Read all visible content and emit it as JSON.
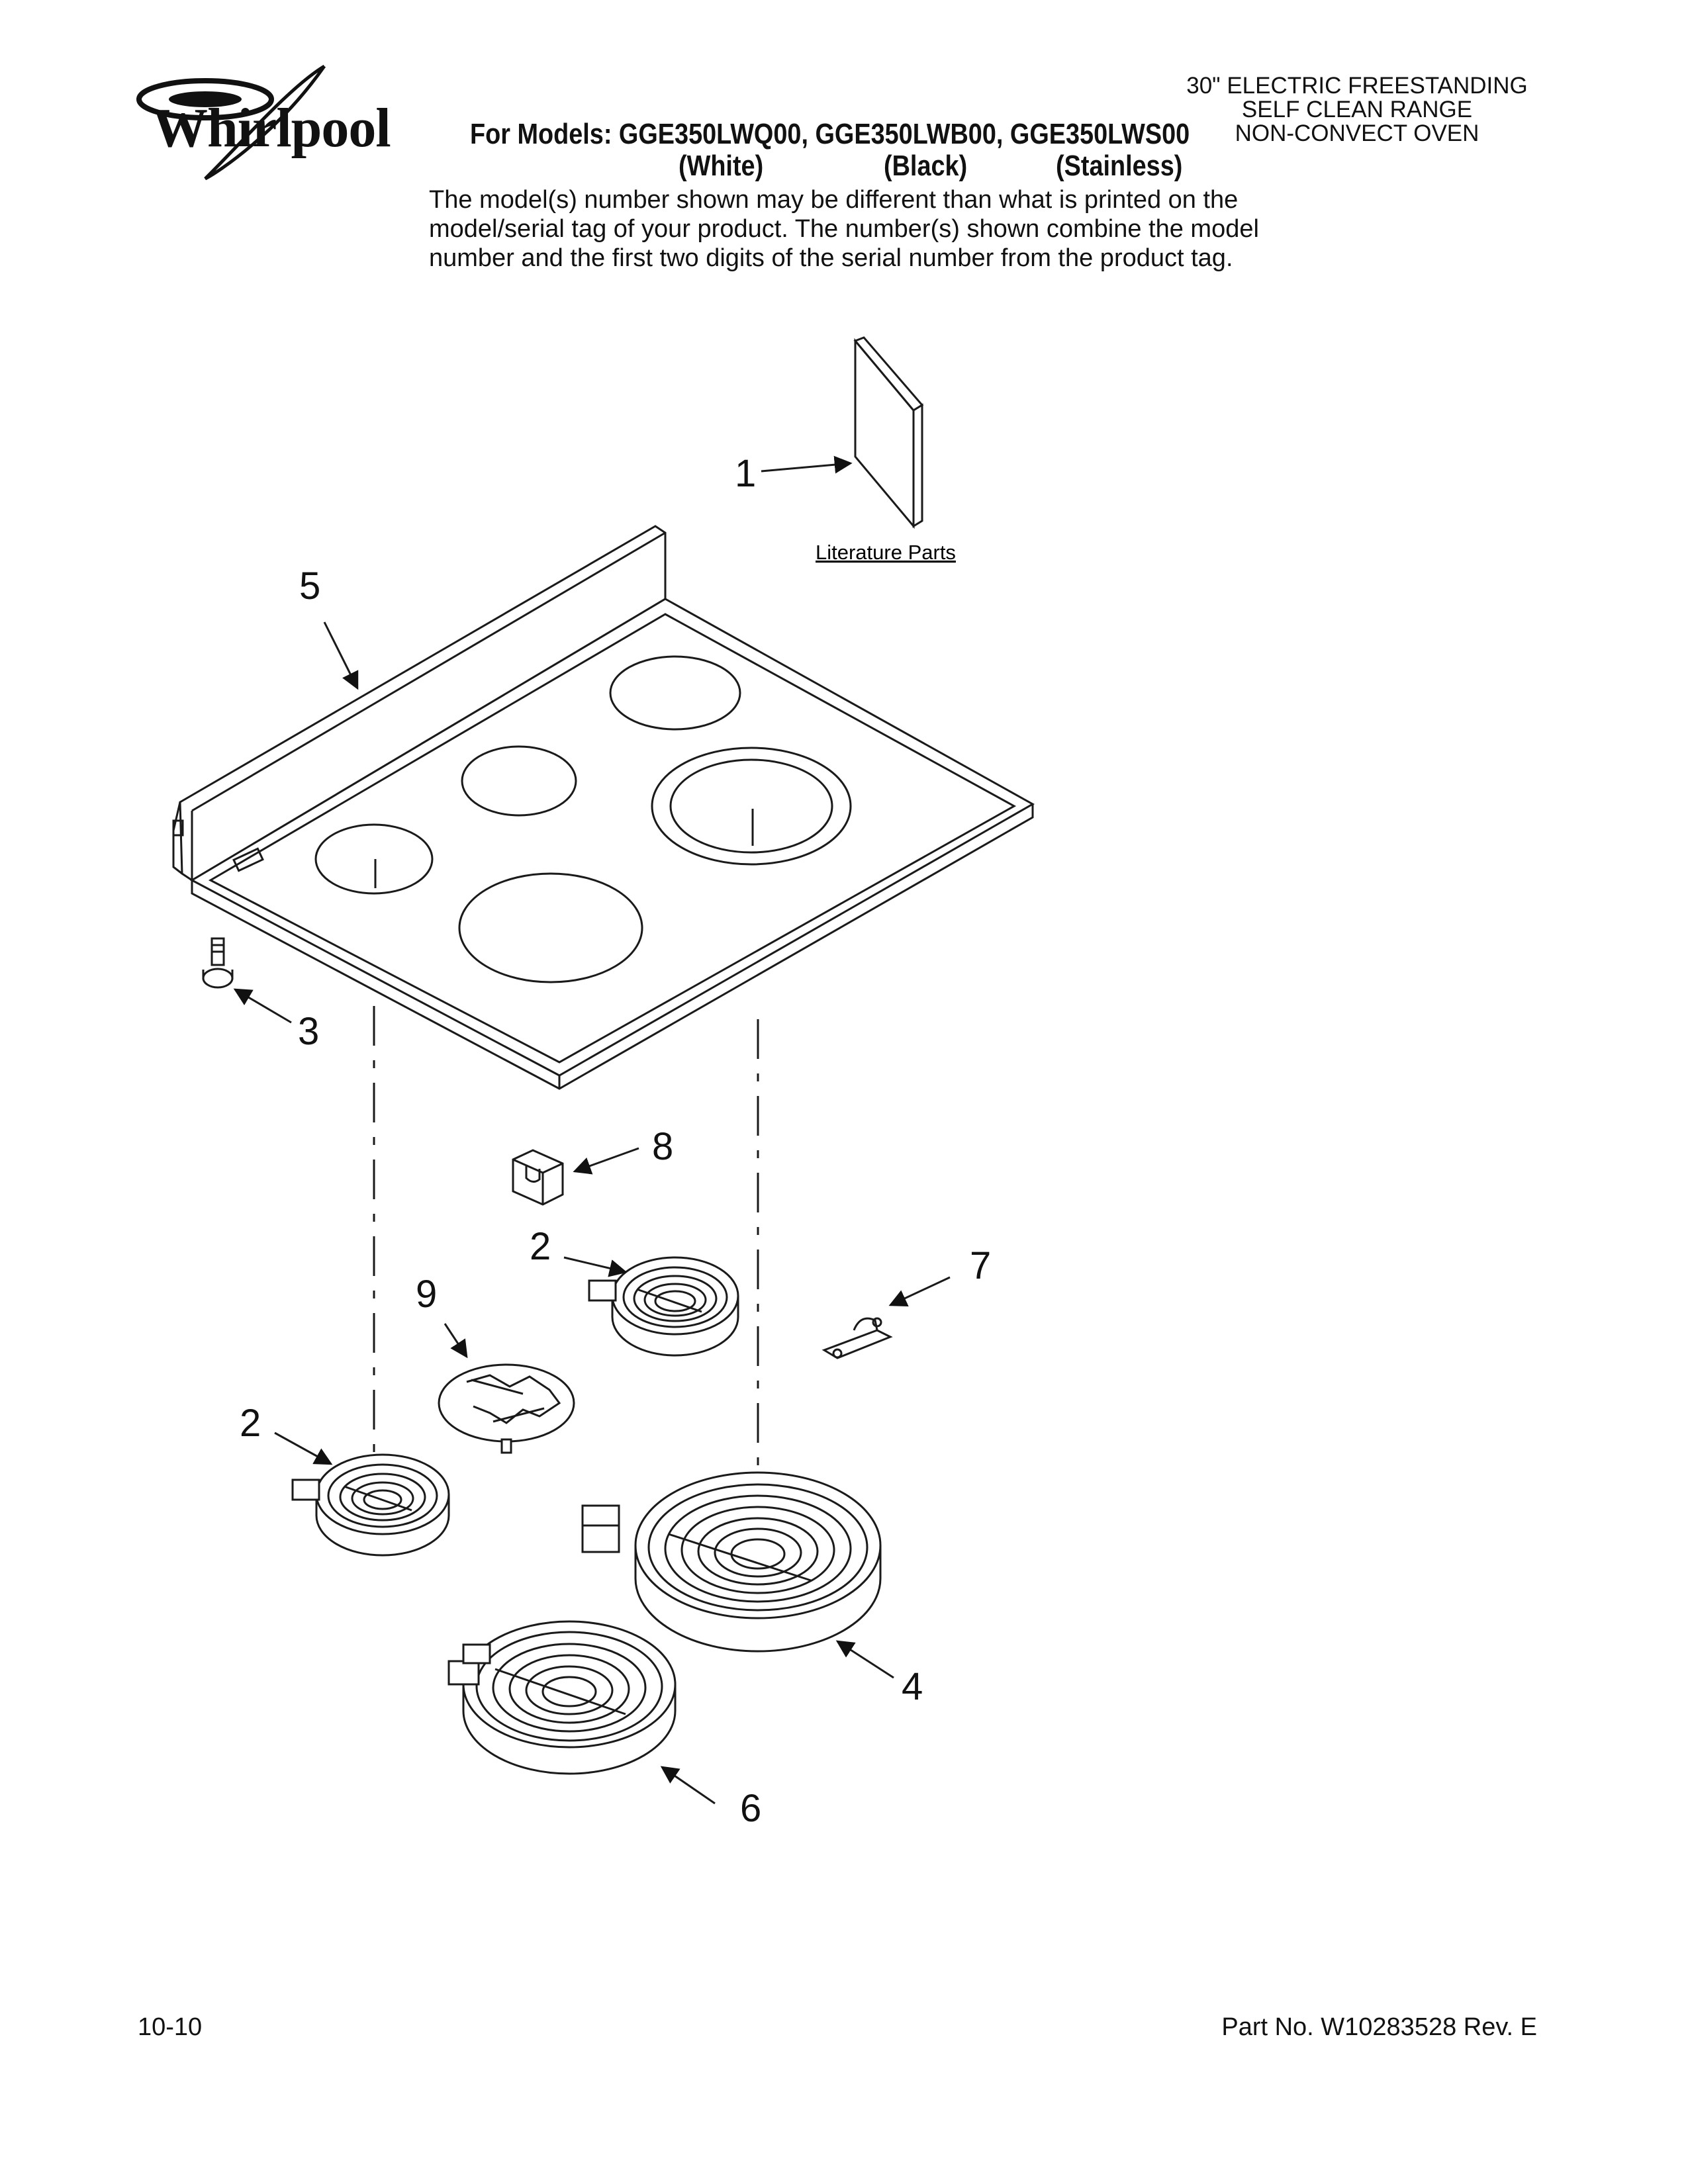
{
  "header": {
    "brand": "Whirlpool",
    "models_line": "For Models: GGE350LWQ00, GGE350LWB00, GGE350LWS00",
    "finishes": [
      "(White)",
      "(Black)",
      "(Stainless)"
    ],
    "range_type": [
      "30\" ELECTRIC FREESTANDING",
      "SELF CLEAN RANGE",
      "NON-CONVECT OVEN"
    ],
    "note_lines": [
      "The model(s) number shown may be different than what is printed on the",
      "model/serial tag of your product. The number(s) shown combine the model",
      "number and the first two digits of the serial number from the product tag."
    ]
  },
  "diagram": {
    "literature_label": "Literature Parts",
    "callouts": {
      "c1": "1",
      "c2a": "2",
      "c2b": "2",
      "c3": "3",
      "c4": "4",
      "c5": "5",
      "c6": "6",
      "c7": "7",
      "c8": "8",
      "c9": "9"
    }
  },
  "footer": {
    "date": "10-10",
    "part_no": "Part No. W10283528 Rev. E"
  },
  "colors": {
    "line": "#1a1a1a",
    "background": "#ffffff"
  }
}
